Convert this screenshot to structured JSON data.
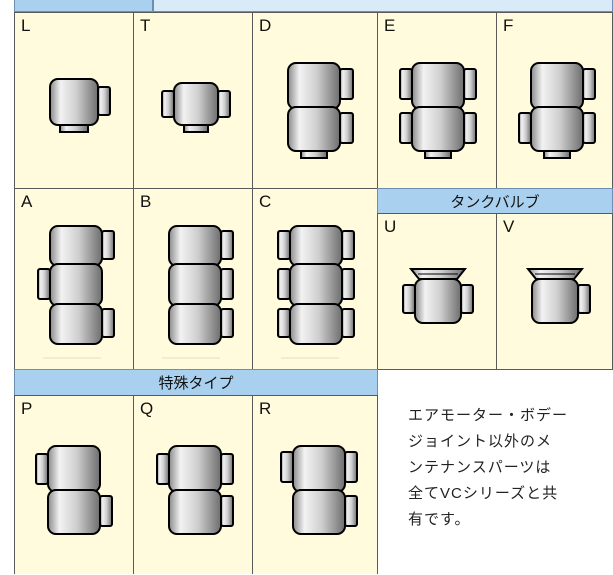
{
  "types": [
    {
      "id": "L",
      "label": "L",
      "valves": 1,
      "port": "right"
    },
    {
      "id": "T",
      "label": "T",
      "valves": 1,
      "port": "both"
    },
    {
      "id": "D",
      "label": "D",
      "valves": 2,
      "port": "right"
    },
    {
      "id": "E",
      "label": "E",
      "valves": 2,
      "port": "both"
    },
    {
      "id": "F",
      "label": "F",
      "valves": 2,
      "port": "mixed"
    },
    {
      "id": "A",
      "label": "A",
      "valves": 3,
      "port": "a"
    },
    {
      "id": "B",
      "label": "B",
      "valves": 3,
      "port": "b"
    },
    {
      "id": "C",
      "label": "C",
      "valves": 3,
      "port": "c"
    },
    {
      "id": "U",
      "label": "U",
      "valves": 1,
      "port": "tank-both"
    },
    {
      "id": "V",
      "label": "V",
      "valves": 1,
      "port": "tank-right"
    },
    {
      "id": "P",
      "label": "P",
      "valves": 2,
      "port": "p"
    },
    {
      "id": "Q",
      "label": "Q",
      "valves": 2,
      "port": "q"
    },
    {
      "id": "R",
      "label": "R",
      "valves": 2,
      "port": "r"
    }
  ],
  "headers": {
    "tank_valve": "タンクバルブ",
    "special_type": "特殊タイプ"
  },
  "note": {
    "lines": [
      "エアモーター・ボデー",
      "ジョイント以外のメ",
      "ンテナンスパーツは",
      "全てVCシリーズと共",
      "有です。"
    ]
  },
  "colors": {
    "cell_bg": "#fffbdc",
    "header_bg": "#a9d1ef",
    "drawing_stroke": "#000000"
  }
}
